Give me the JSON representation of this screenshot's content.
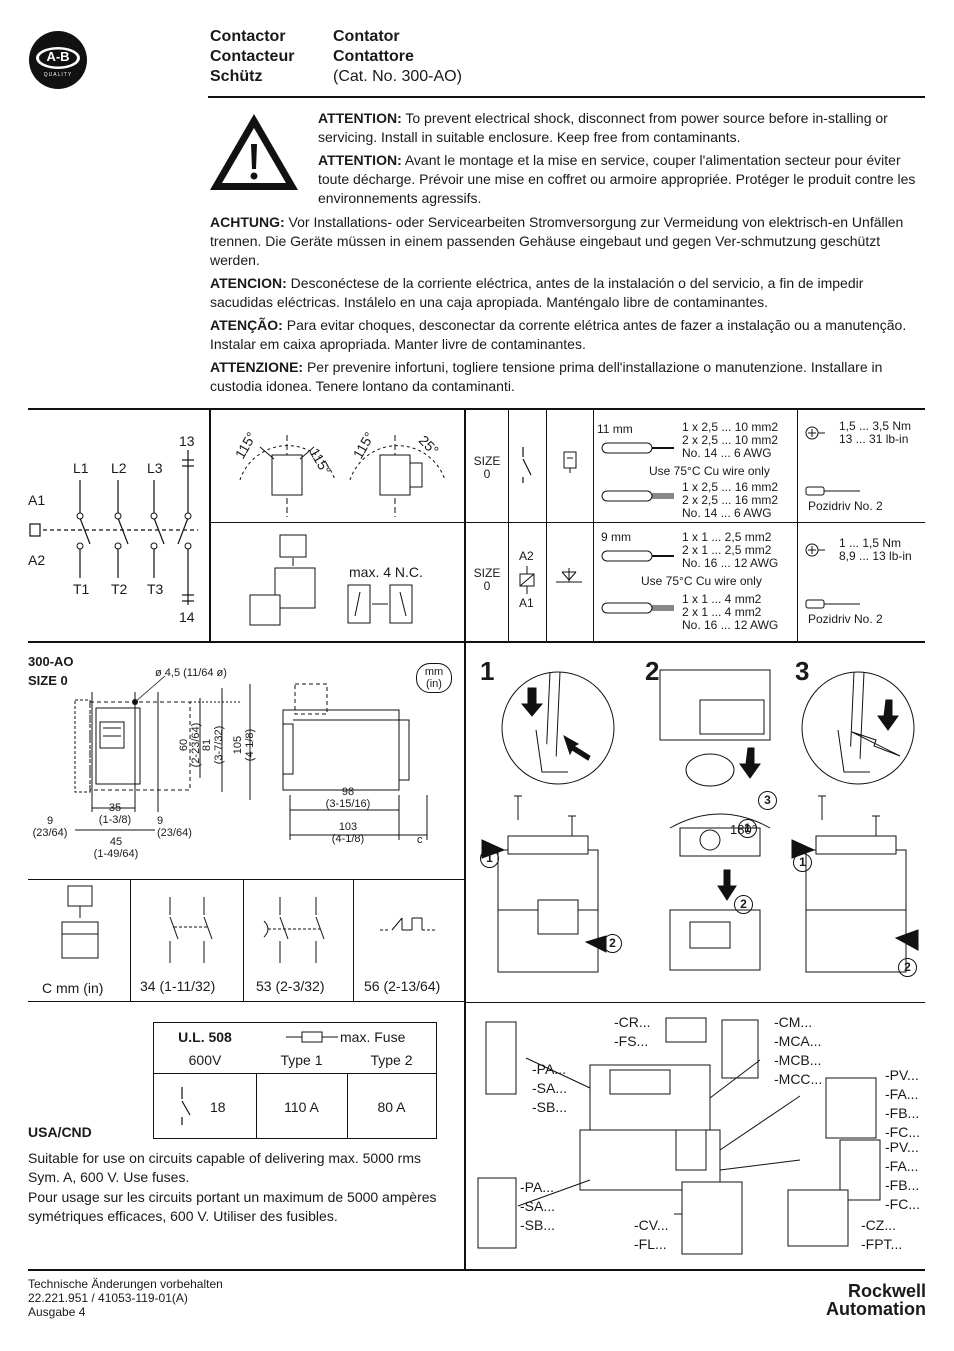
{
  "header": {
    "logo_text": "A-B",
    "logo_sub": "QUALITY",
    "titles_left": [
      "Contactor",
      "Contacteur",
      "Schütz"
    ],
    "titles_right": [
      "Contator",
      "Contattore",
      "(Cat. No. 300-AO)"
    ]
  },
  "warnings": [
    {
      "label": "ATTENTION:",
      "text": " To prevent electrical shock, disconnect from power source before in-stalling or servicing. Install in suitable enclosure. Keep free from contaminants."
    },
    {
      "label": "ATTENTION:",
      "text": " Avant le montage et la mise en service, couper l'alimentation secteur pour éviter toute décharge. Prévoir une mise en coffret ou armoire appropriée. Protéger le produit contre les environnements agressifs."
    },
    {
      "label": "ACHTUNG:",
      "text": " Vor Installations- oder Servicearbeiten Stromversorgung zur Vermeidung von elektrisch-en Unfällen trennen. Die Geräte müssen in einem passenden Gehäuse eingebaut und gegen Ver-schmutzung geschützt werden."
    },
    {
      "label": "ATENCION:",
      "text": " Desconéctese de la  corriente eléctrica, antes de la instalación o del servicio, a fin de impedir sacudidas eléctricas. Instálelo en una caja apropiada. Manténgalo libre de contaminantes."
    },
    {
      "label": "ATENÇÃO:",
      "text": " Para evitar choques, desconectar da corrente elétrica antes de fazer a instalação ou a manutenção. Instalar em caixa apropriada. Manter livre de contaminantes."
    },
    {
      "label": "ATTENZIONE:",
      "text": " Per prevenire infortuni, togliere tensione prima dell'installazione o manutenzione. Installare in custodia idonea. Tenere lontano da contaminanti."
    }
  ],
  "schematic": {
    "terminals_top": [
      "L1",
      "L2",
      "L3"
    ],
    "terminals_bottom": [
      "T1",
      "T2",
      "T3"
    ],
    "coil_top": "A1",
    "coil_bottom": "A2",
    "aux_top": "13",
    "aux_bottom": "14"
  },
  "mounting": {
    "angle_a": "115°",
    "angle_b": "115°",
    "angle_c": "115°",
    "angle_d": "25°",
    "aux_limit": "max. 4 N.C."
  },
  "wiring": {
    "main": {
      "size_label": "SIZE",
      "size_value": "0",
      "strip": "11 mm",
      "solid": [
        "1 x 2,5 ... 10 mm2",
        "2 x 2,5 ... 10 mm2",
        "No. 14 ... 6 AWG"
      ],
      "note": "Use 75°C Cu wire only",
      "stranded": [
        "1 x 2,5 ... 16 mm2",
        "2 x 2,5 ... 16 mm2",
        "No. 14 ... 6 AWG"
      ],
      "torque": [
        "1,5 ... 3,5 Nm",
        "13 ... 31 lb-in"
      ],
      "driver": "Pozidriv No. 2"
    },
    "coil": {
      "size_label": "SIZE",
      "size_value": "0",
      "a2": "A2",
      "a1": "A1",
      "strip": "9 mm",
      "solid": [
        "1 x 1 ... 2,5 mm2",
        "2 x 1 ... 2,5 mm2",
        "No. 16 ... 12 AWG"
      ],
      "note": "Use 75°C Cu wire only",
      "stranded": [
        "1 x 1 ... 4 mm2",
        "2 x 1 ... 4 mm2",
        "No. 16 ... 12 AWG"
      ],
      "torque": [
        "1 ... 1,5 Nm",
        "8,9 ... 13 lb-in"
      ],
      "driver": "Pozidriv No. 2"
    }
  },
  "dimensions": {
    "model": "300-AO",
    "size": "SIZE 0",
    "units": [
      "mm",
      "(in)"
    ],
    "hole": "ø 4,5 (11/64 ø)",
    "h60": [
      "60",
      "(2-23/64)"
    ],
    "h81": [
      "81",
      "(3-7/32)"
    ],
    "h105": [
      "105",
      "(4-1/8)"
    ],
    "w35": [
      "35",
      "(1-3/8)"
    ],
    "w9l": [
      "9",
      "(23/64)"
    ],
    "w9r": [
      "9",
      "(23/64)"
    ],
    "w45": [
      "45",
      "(1-49/64)"
    ],
    "d98": [
      "98",
      "(3-15/16)"
    ],
    "d103": [
      "103",
      "(4-1/8)"
    ],
    "c": "c"
  },
  "c_table": {
    "label": "C  mm (in)",
    "values": [
      "34  (1-11/32)",
      "53  (2-3/32)",
      "56  (2-13/64)"
    ]
  },
  "steps": [
    "1",
    "2",
    "3"
  ],
  "step_markers": [
    "1",
    "2",
    "3"
  ],
  "step_note": "180°",
  "ul_table": {
    "standard": "U.L. 508",
    "fuse_label": "max. Fuse",
    "voltage": "600V",
    "type1": "Type 1",
    "type2": "Type  2",
    "hp": "18",
    "fuse1": "110 A",
    "fuse2": "80 A"
  },
  "usa": {
    "title": "USA/CND",
    "en": "Suitable for use on circuits capable of delivering max. 5000 rms Sym. A, 600 V. Use fuses.",
    "fr": "Pour usage sur les circuits portant un maximum de 5000 ampères symétriques efficaces, 600 V. Utiliser des fusibles."
  },
  "accessories": {
    "cr": [
      "-CR...",
      "-FS..."
    ],
    "cm": [
      "-CM...",
      "-MCA...",
      "-MCB...",
      "-MCC..."
    ],
    "pa1": [
      "-PA...",
      "-SA...",
      "-SB..."
    ],
    "pv1": [
      "-PV...",
      "-FA...",
      "-FB...",
      "-FC..."
    ],
    "pv2": [
      "-PV...",
      "-FA...",
      "-FB...",
      "-FC..."
    ],
    "pa2": [
      "-PA...",
      "-SA...",
      "-SB..."
    ],
    "cv": [
      "-CV...",
      "-FL..."
    ],
    "cz": [
      "-CZ...",
      "-FPT..."
    ]
  },
  "footer": {
    "lines": [
      "Technische Änderungen vorbehalten",
      "22.221.951 / 41053-119-01(A)",
      "Ausgabe 4"
    ],
    "brand": [
      "Rockwell",
      "Automation"
    ]
  }
}
